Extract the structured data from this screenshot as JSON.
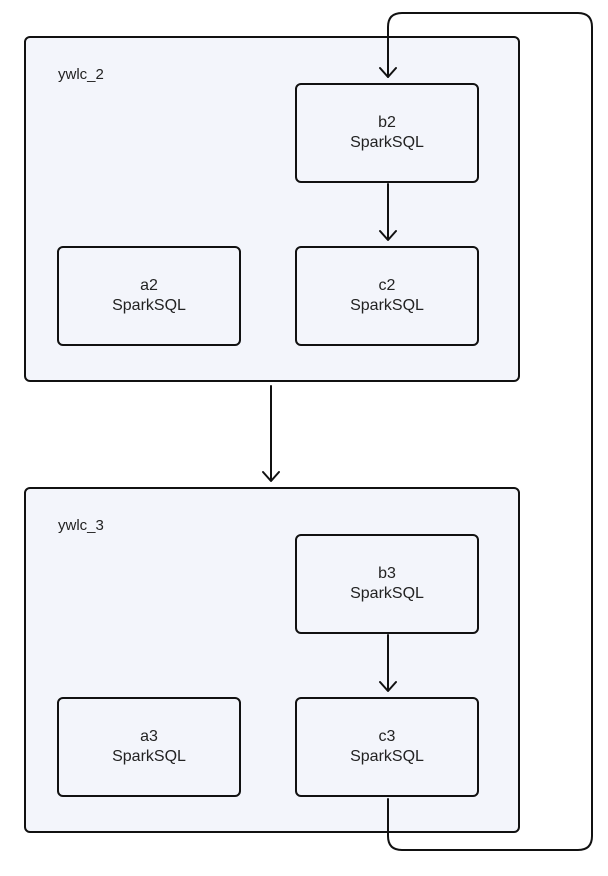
{
  "groups": [
    {
      "label": "ywlc_2",
      "nodes": {
        "a": {
          "name": "a2",
          "type": "SparkSQL"
        },
        "b": {
          "name": "b2",
          "type": "SparkSQL"
        },
        "c": {
          "name": "c2",
          "type": "SparkSQL"
        }
      }
    },
    {
      "label": "ywlc_3",
      "nodes": {
        "a": {
          "name": "a3",
          "type": "SparkSQL"
        },
        "b": {
          "name": "b3",
          "type": "SparkSQL"
        },
        "c": {
          "name": "c3",
          "type": "SparkSQL"
        }
      }
    }
  ],
  "colors": {
    "group_fill": "#f3f5fb",
    "stroke": "#111111",
    "text": "#222222"
  }
}
